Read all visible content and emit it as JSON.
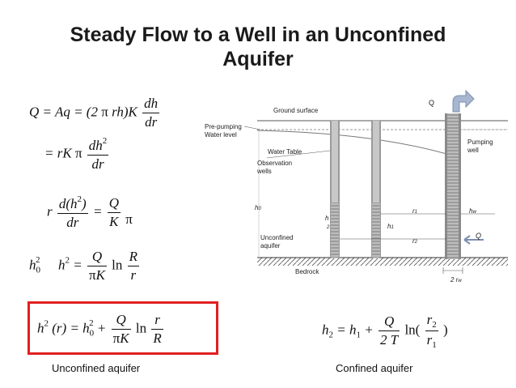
{
  "title_line1": "Steady Flow to a Well in an Unconfined",
  "title_line2": "Aquifer",
  "equations": {
    "e1_lhs": "Q = Aq = (2",
    "e1_mid": "rh)K",
    "e1_num": "dh",
    "e1_den": "dr",
    "e2_pre": "= rK",
    "e2_num": "dh",
    "e2_num_sup": "2",
    "e2_den": "dr",
    "e3_r": "r",
    "e3_num": "d(h",
    "e3_num_sup": "2",
    "e3_num_close": ")",
    "e3_den": "dr",
    "e3_eq": "=",
    "e3_rnum": "Q",
    "e3_rden": "K",
    "e4_a": "h",
    "e4_a_sub": "0",
    "e4_a_sup": "2",
    "e4_b": "h",
    "e4_b_sup": "2",
    "e4_eq": "=",
    "e4_num": "Q",
    "e4_den": "K",
    "e4_ln": "ln",
    "e4_rnum": "R",
    "e4_rden": "r",
    "e5_lhs": "h",
    "e5_lhs_sup": "2",
    "e5_arg": "(r) = h",
    "e5_sub": "0",
    "e5_sup": "2",
    "e5_plus": "+",
    "e5_num": "Q",
    "e5_den": "K",
    "e5_ln": "ln",
    "e5_rnum": "r",
    "e5_rden": "R",
    "e6_lhs": "h",
    "e6_lhs_sub": "2",
    "e6_eq": "= h",
    "e6_sub1": "1",
    "e6_plus": "+",
    "e6_num": "Q",
    "e6_den": "2  T",
    "e6_ln": "ln(",
    "e6_rnum": "r",
    "e6_rnum_sub": "2",
    "e6_rden": "r",
    "e6_rden_sub": "1",
    "e6_close": ")"
  },
  "captions": {
    "unconfined": "Unconfined aquifer",
    "confined": "Confined aquifer"
  },
  "diagram": {
    "ground_surface": "Ground surface",
    "q_top": "Q",
    "pre_pumping_1": "Pre-pumping",
    "pre_pumping_2": "Water level",
    "water_table": "Water Table",
    "observation_1": "Observation",
    "observation_2": "wells",
    "pumping_1": "Pumping",
    "pumping_2": "well",
    "h0": "h",
    "h0_sub": "0",
    "h2": "h",
    "h2_sub": "2",
    "h1": "h",
    "h1_sub": "1",
    "r1": "r",
    "r1_sub": "1",
    "r2": "r",
    "r2_sub": "2",
    "hw": "h",
    "hw_sub": "w",
    "q_side": "Q",
    "unconfined_1": "Unconfined",
    "unconfined_2": "aquifer",
    "bedrock": "Bedrock",
    "rw": "2 r",
    "rw_sub": "w"
  },
  "colors": {
    "redbox": "#e02020",
    "arrow": "#7d8fb0",
    "casing": "#808080",
    "screen": "#b0b0b0"
  }
}
